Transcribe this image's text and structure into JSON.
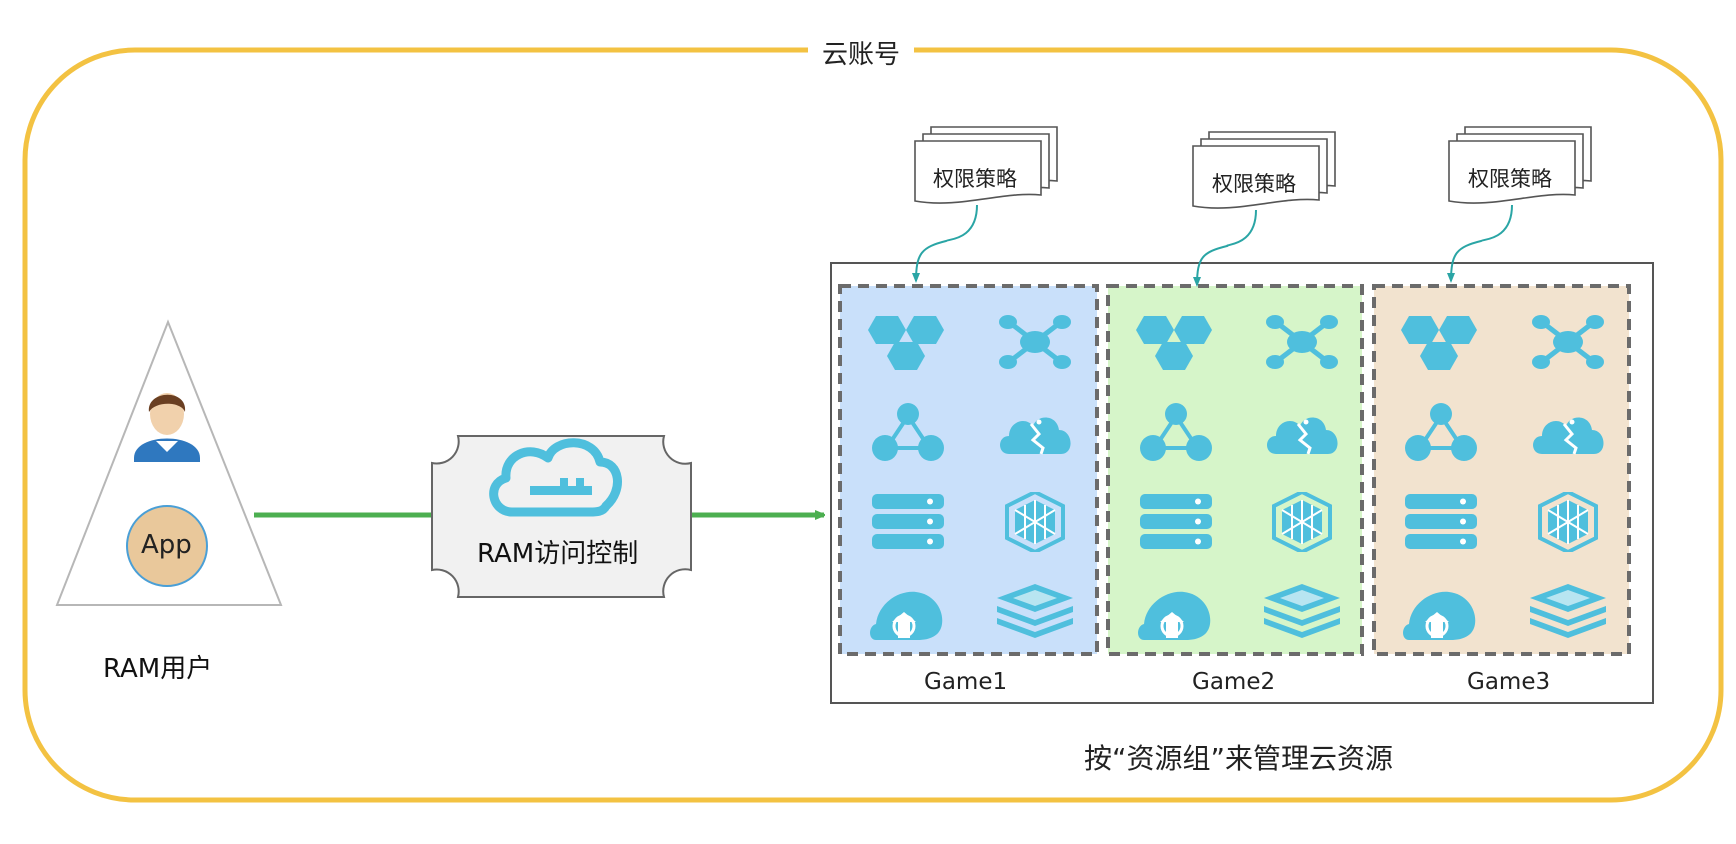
{
  "account": {
    "title": "云账号"
  },
  "colors": {
    "account_border": "#f3c242",
    "arrow": "#4caf50",
    "icon": "#4fbfdd",
    "group1_fill": "#c9e0fa",
    "group2_fill": "#d6f5c9",
    "group3_fill": "#f2e3cf",
    "policy_arrow": "#2aa5a5"
  },
  "ram_user": {
    "label": "RAM用户",
    "app_label": "App",
    "icons": [
      "user-avatar-icon",
      "app-icon"
    ]
  },
  "ram_access": {
    "label": "RAM访问控制",
    "icon": "cloud-key-icon"
  },
  "policies": [
    {
      "label": "权限策略"
    },
    {
      "label": "权限策略"
    },
    {
      "label": "权限策略"
    }
  ],
  "resource_groups": [
    {
      "name": "Game1"
    },
    {
      "name": "Game2"
    },
    {
      "name": "Game3"
    }
  ],
  "resource_icons": [
    "hexagon-cluster-icon",
    "network-nodes-icon",
    "triangle-nodes-icon",
    "cloud-broken-icon",
    "server-stack-icon",
    "cube-hexagon-icon",
    "cloud-upload-icon",
    "layered-stack-icon"
  ],
  "caption": "按“资源组”来管理云资源"
}
